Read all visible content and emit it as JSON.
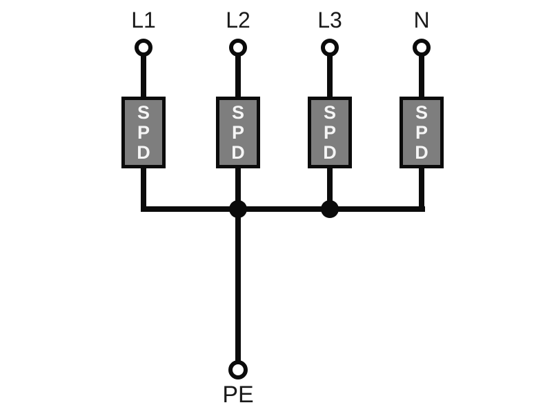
{
  "diagram": {
    "type": "spd-wiring-schematic"
  },
  "branches": [
    {
      "label": "L1"
    },
    {
      "label": "L2"
    },
    {
      "label": "L3"
    },
    {
      "label": "N"
    }
  ],
  "spd": {
    "letters": [
      "S",
      "P",
      "D"
    ]
  },
  "ground": {
    "label": "PE"
  },
  "colors": {
    "line": "#0b0b0b",
    "spd_fill": "#7e7e7e",
    "spd_text": "#f5f5f5",
    "background": "#ffffff",
    "label_text": "#1a1a1a"
  }
}
